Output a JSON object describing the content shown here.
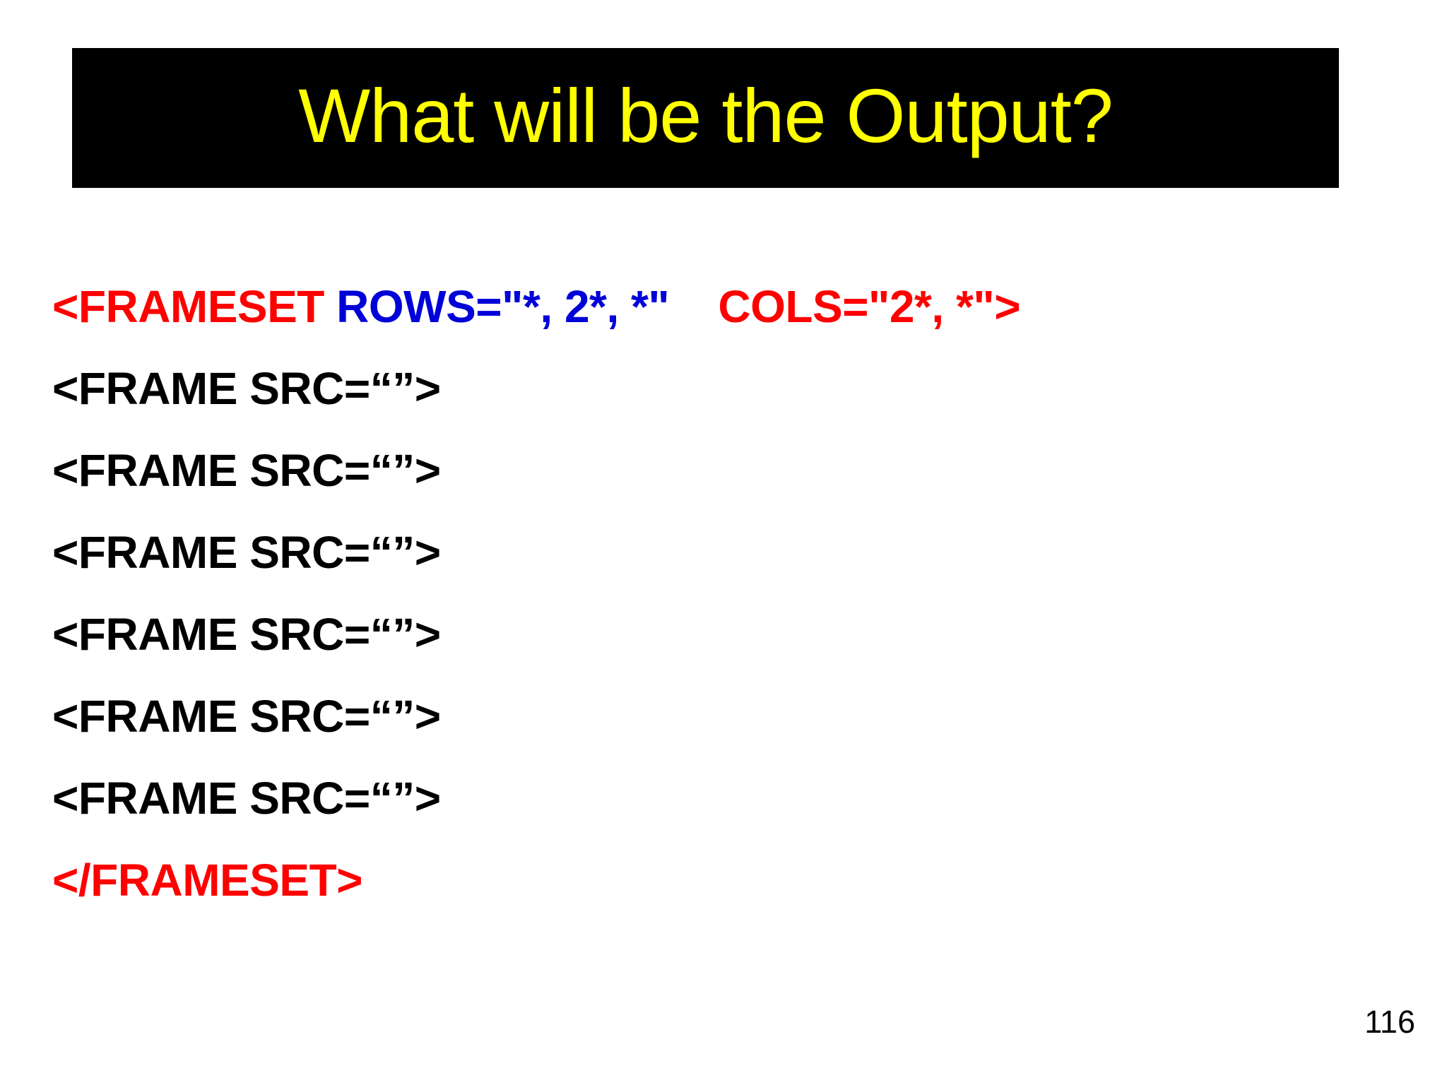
{
  "slide": {
    "title": "What will be the Output?",
    "title_color": "#ffff00",
    "title_background": "#000000",
    "background": "#ffffff",
    "page_number": "116"
  },
  "colors": {
    "red": "#ff0000",
    "blue": "#0000d8",
    "black": "#000000",
    "yellow": "#ffff00"
  },
  "code": {
    "lines": [
      {
        "id": "line-frameset-open",
        "segments": [
          {
            "text": "<FRAMESET ",
            "color": "red"
          },
          {
            "text": "ROWS=\"*, 2*, *\"",
            "color": "blue"
          },
          {
            "text": "    COLS=\"2*, *\">",
            "color": "red"
          }
        ],
        "plain": "<FRAMESET ROWS=\"*, 2*, *\"    COLS=\"2*, *\">"
      },
      {
        "id": "line-frame-1",
        "segments": [
          {
            "text": "<FRAME SRC=“”>",
            "color": "black"
          }
        ],
        "plain": "<FRAME SRC=“”>"
      },
      {
        "id": "line-frame-2",
        "segments": [
          {
            "text": "<FRAME SRC=“”>",
            "color": "black"
          }
        ],
        "plain": "<FRAME SRC=“”>"
      },
      {
        "id": "line-frame-3",
        "segments": [
          {
            "text": "<FRAME SRC=“”>",
            "color": "black"
          }
        ],
        "plain": "<FRAME SRC=“”>"
      },
      {
        "id": "line-frame-4",
        "segments": [
          {
            "text": "<FRAME SRC=“”>",
            "color": "black"
          }
        ],
        "plain": "<FRAME SRC=“”>"
      },
      {
        "id": "line-frame-5",
        "segments": [
          {
            "text": "<FRAME SRC=“”>",
            "color": "black"
          }
        ],
        "plain": "<FRAME SRC=“”>"
      },
      {
        "id": "line-frame-6",
        "segments": [
          {
            "text": "<FRAME SRC=“”>",
            "color": "black"
          }
        ],
        "plain": "<FRAME SRC=“”>"
      },
      {
        "id": "line-frameset-close",
        "segments": [
          {
            "text": "</FRAMESET>",
            "color": "red"
          }
        ],
        "plain": "</FRAMESET>"
      }
    ]
  }
}
